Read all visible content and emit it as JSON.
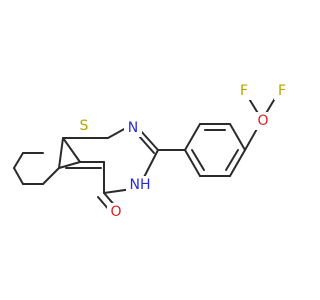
{
  "molecule": {
    "atoms": {
      "S": {
        "symbol": "S",
        "color": "#b5a600"
      },
      "N1": {
        "symbol": "N",
        "color": "#2a2adc"
      },
      "NH": {
        "symbol": "NH",
        "color": "#2a2adc"
      },
      "O1": {
        "symbol": "O",
        "color": "#e02020"
      },
      "O2": {
        "symbol": "O",
        "color": "#e02020"
      },
      "F1": {
        "symbol": "F",
        "color": "#b5a600"
      },
      "F2": {
        "symbol": "F",
        "color": "#b5a600"
      }
    },
    "bond_color": "#2b2b2b"
  }
}
